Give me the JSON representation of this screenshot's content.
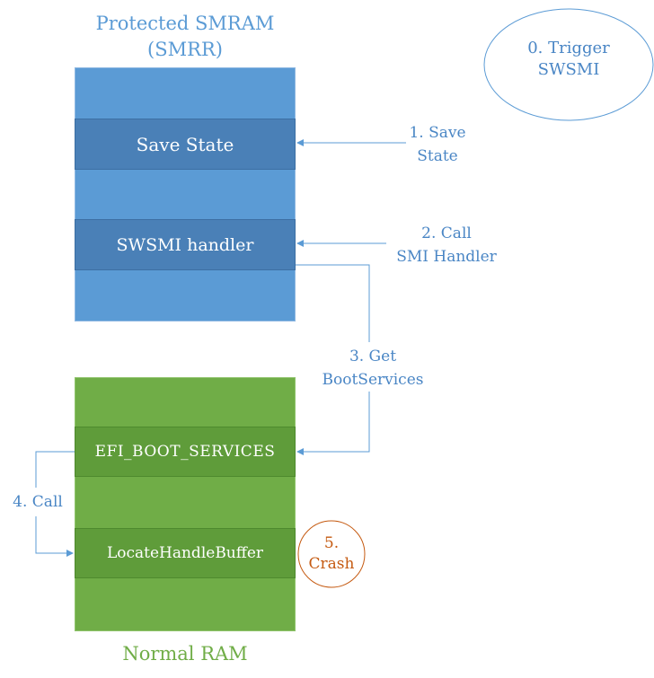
{
  "smram": {
    "title_line1": "Protected SMRAM",
    "title_line2": "(SMRR)",
    "save_state": "Save State",
    "swsmi_handler": "SWSMI handler"
  },
  "ram": {
    "title": "Normal RAM",
    "efi_boot_services": "EFI_BOOT_SERVICES",
    "locate_handle_buffer": "LocateHandleBuffer"
  },
  "steps": {
    "trigger_line1": "0. Trigger",
    "trigger_line2": "SWSMI",
    "save_line1": "1. Save",
    "save_line2": "State",
    "call_line1": "2. Call",
    "call_line2": "SMI Handler",
    "get_line1": "3. Get",
    "get_line2": "BootServices",
    "call4": "4. Call",
    "crash_line1": "5.",
    "crash_line2": "Crash"
  },
  "colors": {
    "smram_blue": "#5b9bd5",
    "smram_inner_blue": "#4a80b7",
    "ram_green": "#70ad47",
    "ram_inner_green": "#5f9c3a",
    "arrow_blue": "#5b9bd5",
    "crash_orange": "#c55a11"
  }
}
